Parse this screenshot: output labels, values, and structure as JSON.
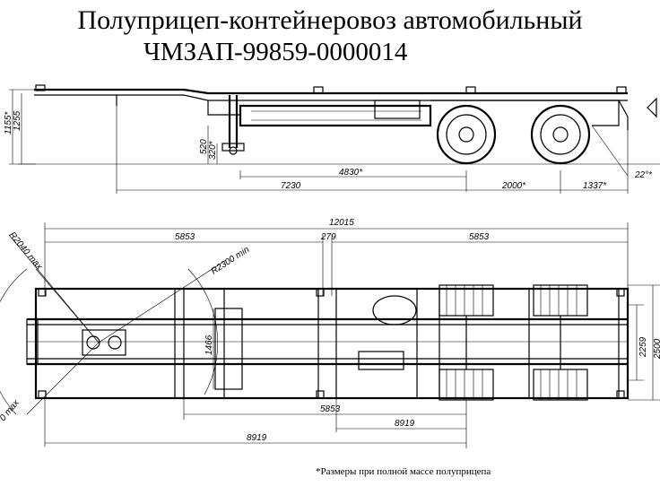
{
  "title": {
    "line1": "Полуприцеп-контейнеровоз автомобильный",
    "line2": "ЧМЗАП-99859-0000014"
  },
  "side_view": {
    "dims": {
      "h1155": "1155*",
      "h1255": "1255",
      "h520": "520",
      "h320": "320*",
      "d4830": "4830*",
      "d7230": "7230",
      "d2000": "2000*",
      "d1337": "1337*",
      "angle": "22°*"
    }
  },
  "top_view": {
    "dims": {
      "d12015": "12015",
      "d5853a": "5853",
      "d279": "279",
      "d5853b": "5853",
      "r2040": "R2040 max",
      "r2300": "R2300 min",
      "r_bottom": "0 max",
      "d1466": "1466",
      "d2259": "2259",
      "d2500": "2500",
      "d5853c": "5853",
      "d8919a": "8919",
      "d8919b": "8919"
    }
  },
  "footnote": "*Размеры при полной массе полуприцепа"
}
